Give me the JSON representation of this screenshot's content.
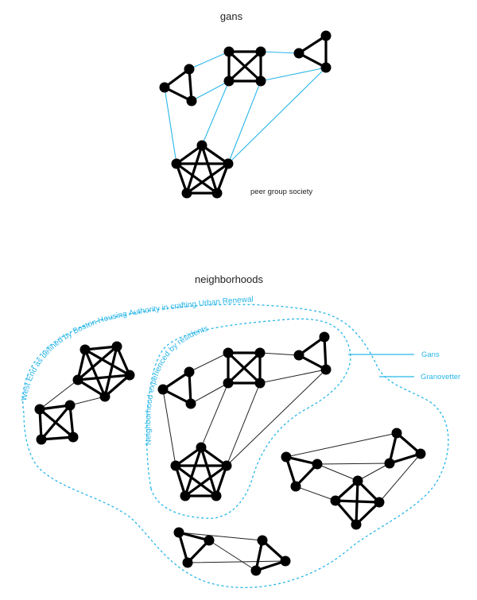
{
  "colors": {
    "accent": "#29b6e8",
    "node": "#000000",
    "edge": "#111111"
  },
  "top_diagram": {
    "title": "gans",
    "caption": "peer group society",
    "groups": [
      {
        "name": "left-triangle",
        "type": "clique",
        "nodes": [
          "A1",
          "A2",
          "A3"
        ]
      },
      {
        "name": "square",
        "type": "clique",
        "nodes": [
          "B1",
          "B2",
          "B3",
          "B4"
        ]
      },
      {
        "name": "right-triangle",
        "type": "clique",
        "nodes": [
          "C1",
          "C2",
          "C3"
        ]
      },
      {
        "name": "pentagon",
        "type": "clique",
        "nodes": [
          "D1",
          "D2",
          "D3",
          "D4",
          "D5"
        ]
      }
    ],
    "weak_ties": [
      [
        "A2",
        "B1"
      ],
      [
        "A3",
        "B3"
      ],
      [
        "B2",
        "C1"
      ],
      [
        "B4",
        "C3"
      ],
      [
        "A1",
        "D2"
      ],
      [
        "B3",
        "D1"
      ],
      [
        "B4",
        "D3"
      ],
      [
        "C3",
        "D3"
      ]
    ]
  },
  "bottom_diagram": {
    "title": "neighborhoods",
    "outer_boundary_label": "West End as defined by Boston Housing Authority in crafting Urban Renewal",
    "inner_boundary_label": "Neighborhood experienced by residents",
    "legend": [
      {
        "label": "Gans"
      },
      {
        "label": "Granovetter"
      }
    ]
  }
}
